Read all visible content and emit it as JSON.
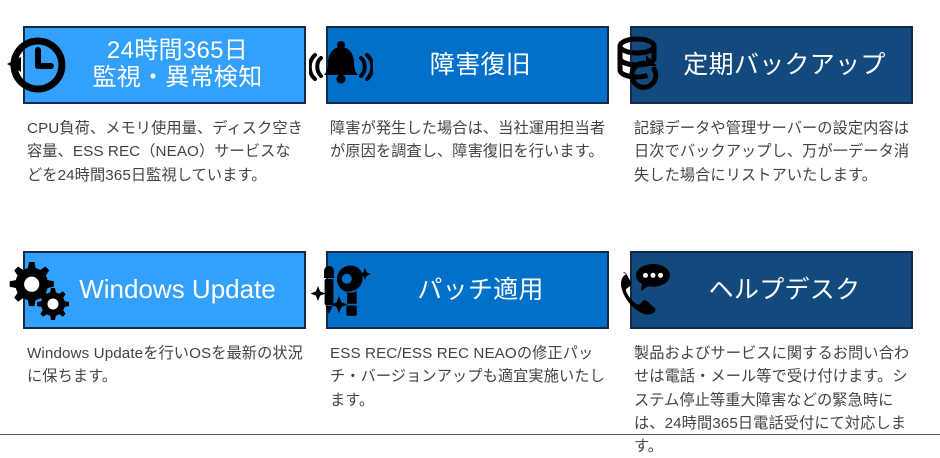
{
  "page": {
    "background_color": "#ffffff",
    "bottom_rule_color": "#4b5c6b"
  },
  "palette": {
    "header_light_blue": "#33a1fc",
    "header_mid_blue": "#0070c8",
    "header_dark_blue": "#134a7e",
    "header_border": "#15294a",
    "title_text": "#ffffff",
    "body_text": "#434343",
    "icon": "#000000"
  },
  "cards": [
    {
      "id": "monitoring",
      "icon": "clock-icon",
      "header_style": "light",
      "header_color": "#33a1fc",
      "title": "24時間365日\n監視・異常検知",
      "body": "CPU負荷、メモリ使用量、ディスク空き容量、ESS REC（NEAO）サービスなどを24時間365日監視しています。"
    },
    {
      "id": "failure-recovery",
      "icon": "alarm-bell-icon",
      "header_style": "mid",
      "header_color": "#0070c8",
      "title": "障害復旧",
      "body": "障害が発生した場合は、当社運用担当者が原因を調査し、障害復旧を行います。"
    },
    {
      "id": "scheduled-backup",
      "icon": "database-refresh-icon",
      "header_style": "dark",
      "header_color": "#134a7e",
      "title": "定期バックアップ",
      "body": "記録データや管理サーバーの設定内容は日次でバックアップし、万が一データ消失した場合にリストアいたします。"
    },
    {
      "id": "windows-update",
      "icon": "gears-icon",
      "header_style": "light",
      "header_color": "#33a1fc",
      "title": "Windows Update",
      "body": "Windows Updateを行いOSを最新の状況に保ちます。"
    },
    {
      "id": "patch-application",
      "icon": "tools-icon",
      "header_style": "mid",
      "header_color": "#0070c8",
      "title": "パッチ適用",
      "body": "ESS REC/ESS REC NEAOの修正パッチ・バージョンアップも適宜実施いたします。"
    },
    {
      "id": "help-desk",
      "icon": "phone-chat-icon",
      "header_style": "dark",
      "header_color": "#134a7e",
      "title": "ヘルプデスク",
      "body": "製品およびサービスに関するお問い合わせは電話・メール等で受け付けます。システム停止等重大障害などの緊急時には、24時間365日電話受付にて対応します。"
    }
  ]
}
